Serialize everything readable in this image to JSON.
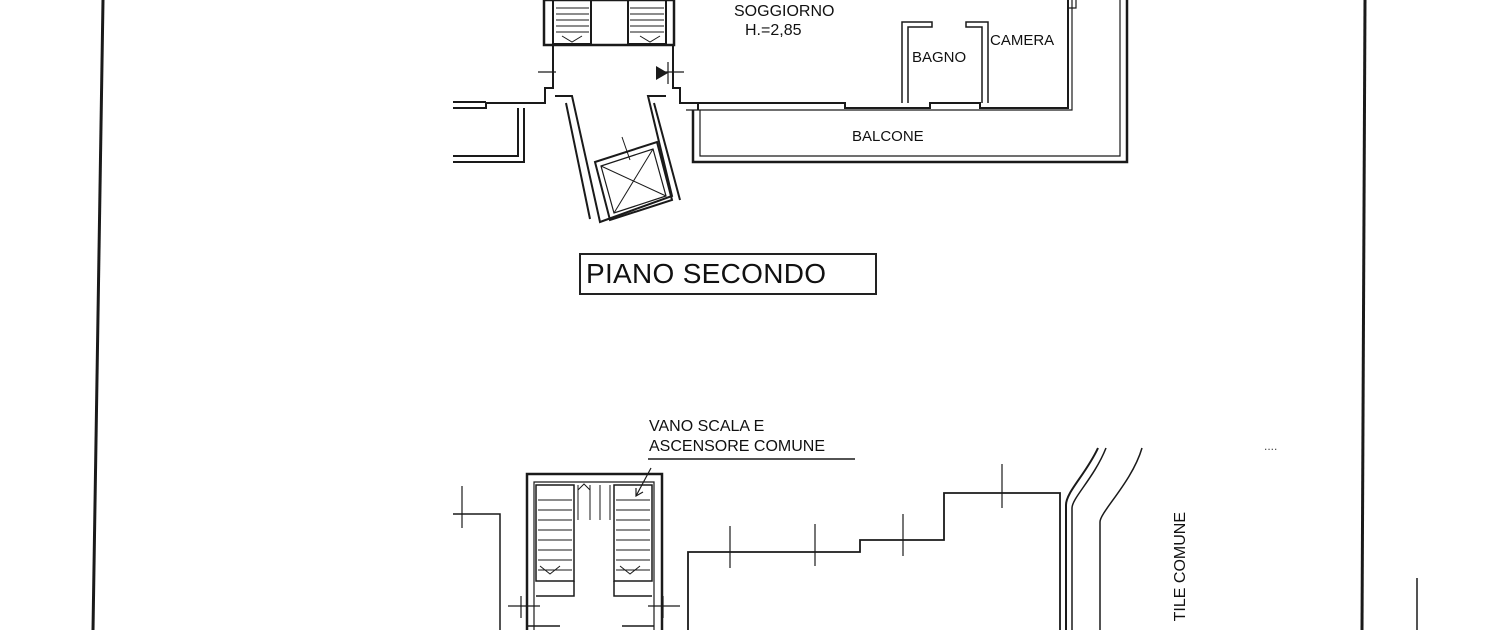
{
  "upper_plan": {
    "rooms": {
      "soggiorno_name": "SOGGIORNO",
      "soggiorno_height": "H.=2,85",
      "bagno": "BAGNO",
      "camera": "CAMERA",
      "balcone": "BALCONE"
    },
    "floor_title": "PIANO SECONDO"
  },
  "lower_plan": {
    "stair_note_line1": "VANO SCALA E",
    "stair_note_line2": "ASCENSORE COMUNE",
    "courtyard_label": "TILE COMUNE",
    "corner_mark": "...."
  },
  "colors": {
    "ink": "#111111",
    "paper": "#ffffff"
  }
}
